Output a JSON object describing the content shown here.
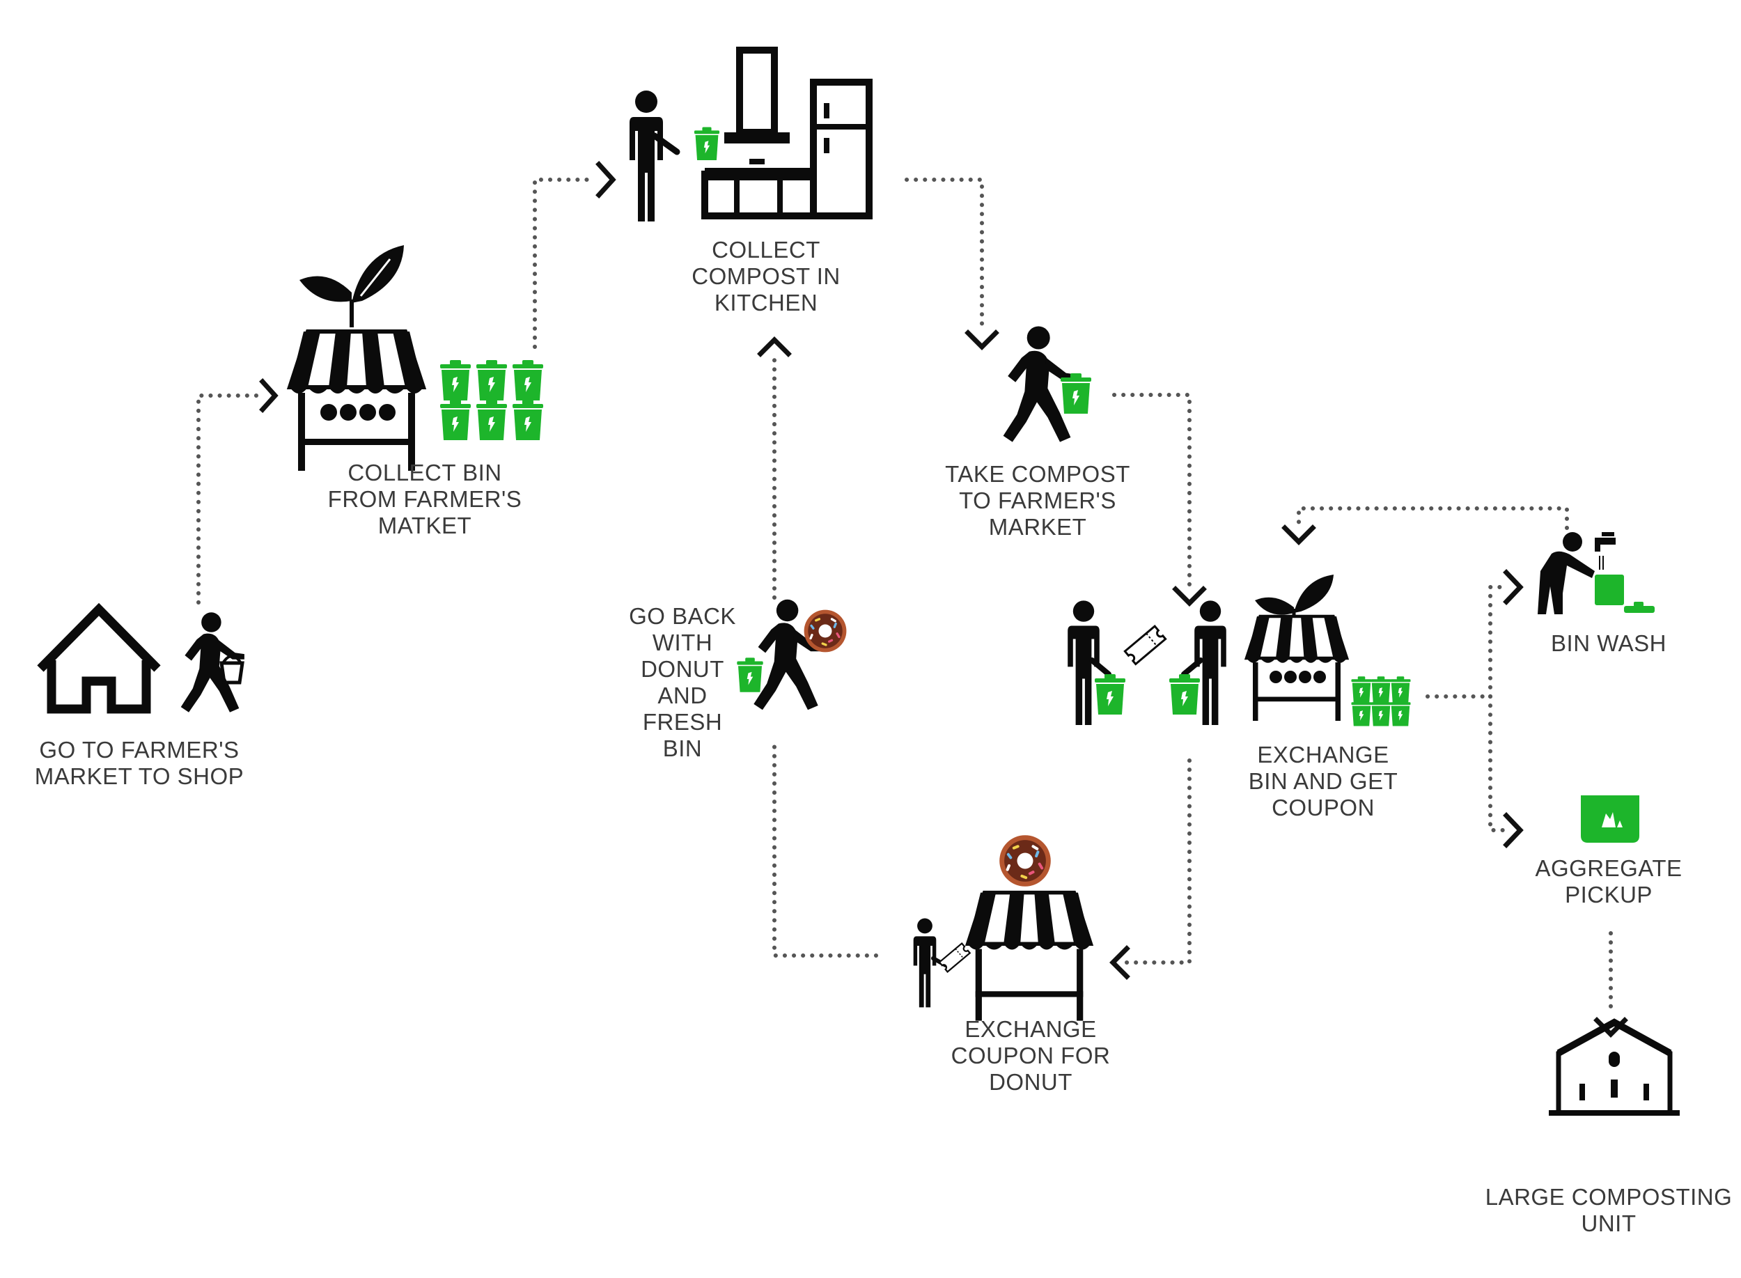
{
  "steps": {
    "go_to_market": [
      "GO TO FARMER'S",
      "MARKET TO SHOP"
    ],
    "collect_bin": [
      "COLLECT BIN",
      "FROM FARMER'S",
      "MATKET"
    ],
    "collect_compost": [
      "COLLECT",
      "COMPOST IN",
      "KITCHEN"
    ],
    "take_compost": [
      "TAKE COMPOST",
      "TO FARMER'S",
      "MARKET"
    ],
    "go_back": [
      "GO BACK",
      "WITH",
      "DONUT",
      "AND",
      "FRESH",
      "BIN"
    ],
    "exchange_bin": [
      "EXCHANGE",
      "BIN AND GET",
      "COUPON"
    ],
    "exchange_coupon": [
      "EXCHANGE",
      "COUPON FOR",
      "DONUT"
    ],
    "bin_wash": [
      "BIN WASH"
    ],
    "aggregate_pickup": [
      "AGGREGATE",
      "PICKUP"
    ],
    "large_composting": [
      "LARGE COMPOSTING",
      "UNIT"
    ]
  },
  "icons": {
    "go_to_market": [
      "house-icon",
      "walking-person-with-basket-icon"
    ],
    "collect_bin": [
      "market-stall-icon",
      "leaf-icon",
      "green-bins-icon"
    ],
    "collect_compost": [
      "person-icon",
      "green-bin-icon",
      "kitchen-icon"
    ],
    "take_compost": [
      "walking-person-icon",
      "green-bin-icon"
    ],
    "go_back": [
      "walking-person-icon",
      "donut-icon",
      "green-bin-icon"
    ],
    "exchange_bin": [
      "two-people-icon",
      "coupon-icon",
      "market-stall-icon",
      "green-bins-icon"
    ],
    "exchange_coupon": [
      "person-with-coupon-icon",
      "market-stall-icon",
      "donut-icon"
    ],
    "bin_wash": [
      "person-washing-icon",
      "faucet-icon",
      "green-bin-icon"
    ],
    "aggregate_pickup": [
      "green-container-icon"
    ],
    "large_composting": [
      "composting-building-icon"
    ]
  },
  "colors": {
    "accent_green": "#1db52b",
    "icon_black": "#0b0b0b",
    "text_gray": "#3a3a3a",
    "dot_gray": "#555555"
  }
}
